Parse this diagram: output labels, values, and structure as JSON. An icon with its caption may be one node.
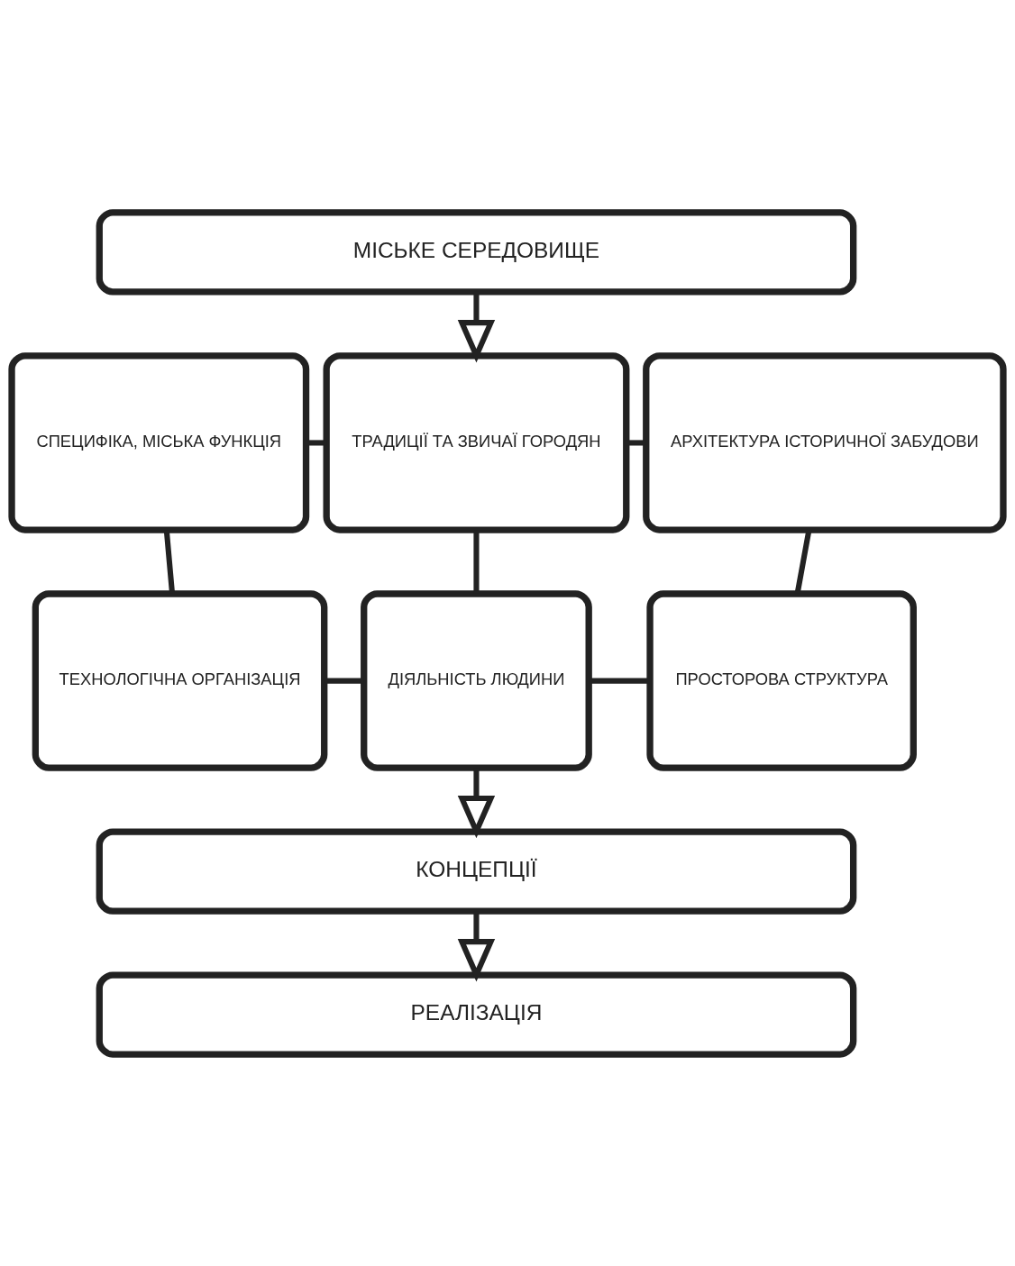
{
  "diagram": {
    "nodes": [
      {
        "text": [
          "МІСЬКЕ СЕРЕДОВИЩЕ"
        ]
      },
      {
        "text": [
          "СПЕЦИФІКА, МІСЬКА ФУНКЦІЯ"
        ]
      },
      {
        "text": [
          "ТРАДИЦІЇ ТА ЗВИЧАЇ ГОРОДЯН"
        ]
      },
      {
        "text": [
          "АРХІТЕКТУРА ІСТОРИЧНОЇ ЗАБУДОВИ"
        ]
      },
      {
        "text": [
          "ТЕХНОЛОГІЧНА ОРГАНІЗАЦІЯ"
        ]
      },
      {
        "text": [
          "ДІЯЛЬНІСТЬ ЛЮДИНИ"
        ]
      },
      {
        "text": [
          "ПРОСТОРОВА СТРУКТУРА"
        ]
      },
      {
        "text": [
          "КОНЦЕПЦІЇ"
        ]
      },
      {
        "text": [
          "РЕАЛІЗАЦІЯ"
        ]
      }
    ],
    "edges": [
      {
        "from": 0,
        "to": 2,
        "arrow": "to"
      },
      {
        "from": 1,
        "to": 2,
        "arrow": "none"
      },
      {
        "from": 2,
        "to": 3,
        "arrow": "none"
      },
      {
        "from": 1,
        "to": 4,
        "arrow": "none"
      },
      {
        "from": 2,
        "to": 5,
        "arrow": "none"
      },
      {
        "from": 3,
        "to": 6,
        "arrow": "none"
      },
      {
        "from": 4,
        "to": 5,
        "arrow": "none"
      },
      {
        "from": 5,
        "to": 6,
        "arrow": "none"
      },
      {
        "from": 5,
        "to": 7,
        "arrow": "to"
      },
      {
        "from": 7,
        "to": 8,
        "arrow": "to"
      }
    ]
  }
}
